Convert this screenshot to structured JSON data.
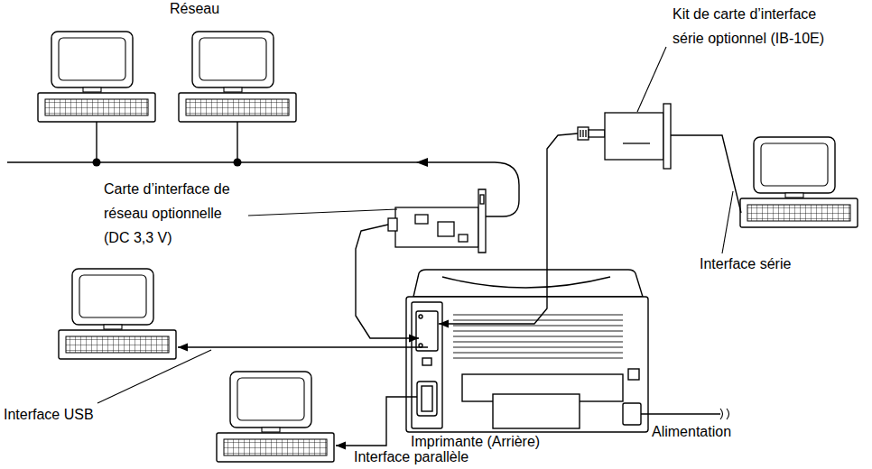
{
  "diagram": {
    "nodes": [
      {
        "text": [
          "Kit de carte d’interface série optionnel (IB-10E)"
        ]
      },
      {
        "text": [
          "Carte d’interface de réseau optionnelle (DC 3,3 V)"
        ]
      },
      {
        "text": [
          "Imprimante (Arrière)"
        ]
      }
    ],
    "edges": [
      {
        "from": 0,
        "to": 2,
        "arrow": "to"
      },
      {
        "from": 1,
        "to": 2,
        "arrow": "to"
      }
    ],
    "labels": [
      "Réseau",
      "Interface série",
      "Interface USB",
      "Alimentation",
      "Interface parallèle"
    ]
  }
}
